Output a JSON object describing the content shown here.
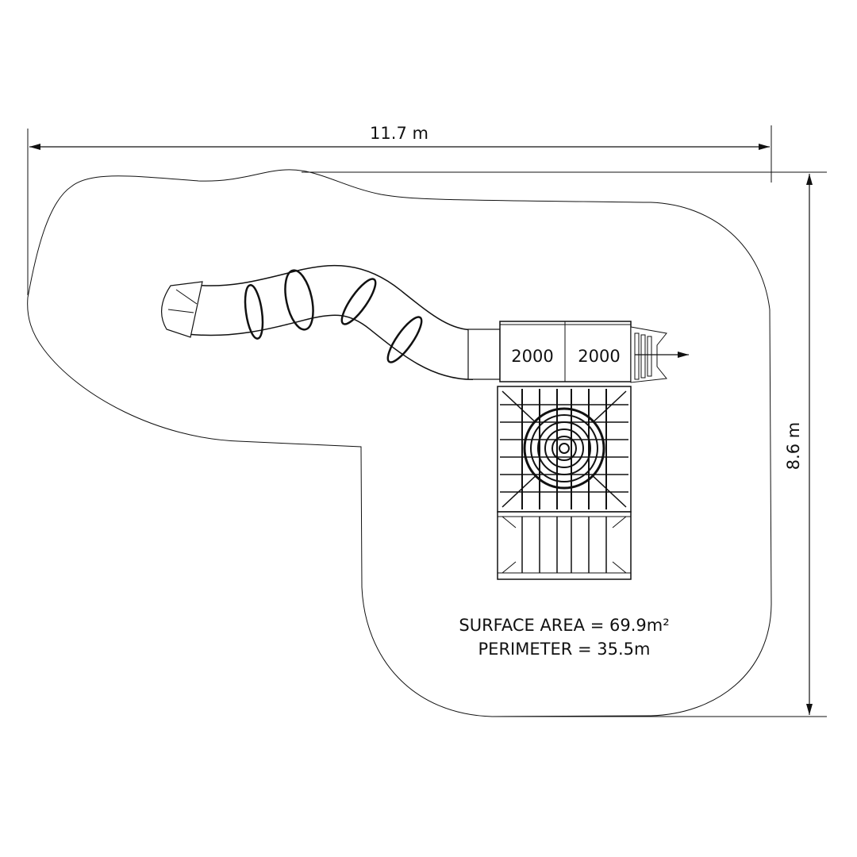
{
  "dimensions": {
    "width_label": "11.7 m",
    "depth_label": "8.6 m"
  },
  "platforms": [
    {
      "label": "2000"
    },
    {
      "label": "2000"
    }
  ],
  "stats": {
    "surface_area": "SURFACE AREA = 69.9m²",
    "perimeter": "PERIMETER = 35.5m"
  },
  "colors": {
    "line": "#111111",
    "background": "#ffffff"
  }
}
